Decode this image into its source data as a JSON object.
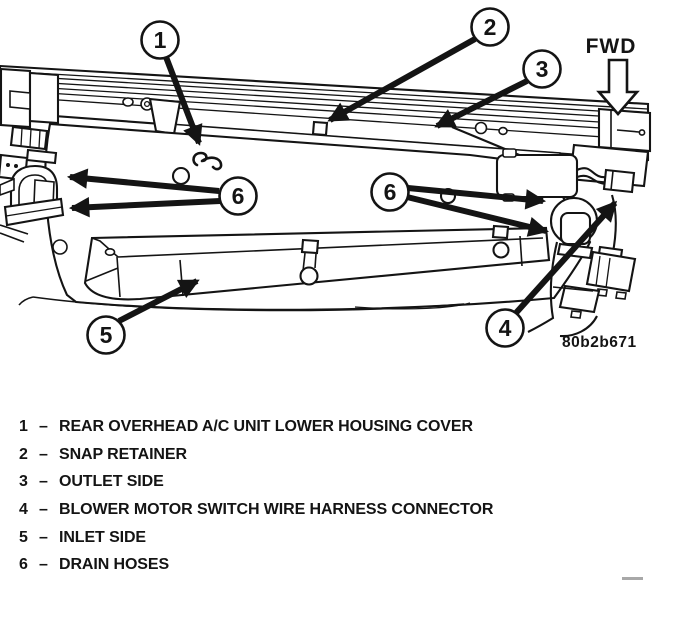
{
  "diagram": {
    "fwd_label": "FWD",
    "figure_code": "80b2b671",
    "callouts": [
      "1",
      "2",
      "3",
      "4",
      "5",
      "6",
      "6"
    ]
  },
  "legend": {
    "items": [
      {
        "number": "1",
        "separator": "–",
        "label": "REAR OVERHEAD A/C UNIT LOWER HOUSING COVER"
      },
      {
        "number": "2",
        "separator": "–",
        "label": "SNAP RETAINER"
      },
      {
        "number": "3",
        "separator": "–",
        "label": "OUTLET SIDE"
      },
      {
        "number": "4",
        "separator": "–",
        "label": "BLOWER MOTOR SWITCH WIRE HARNESS CONNECTOR"
      },
      {
        "number": "5",
        "separator": "–",
        "label": "INLET SIDE"
      },
      {
        "number": "6",
        "separator": "–",
        "label": "DRAIN HOSES"
      }
    ]
  },
  "colors": {
    "ink": "#141414",
    "paper": "#ffffff",
    "faint": "#a8a8a8"
  }
}
